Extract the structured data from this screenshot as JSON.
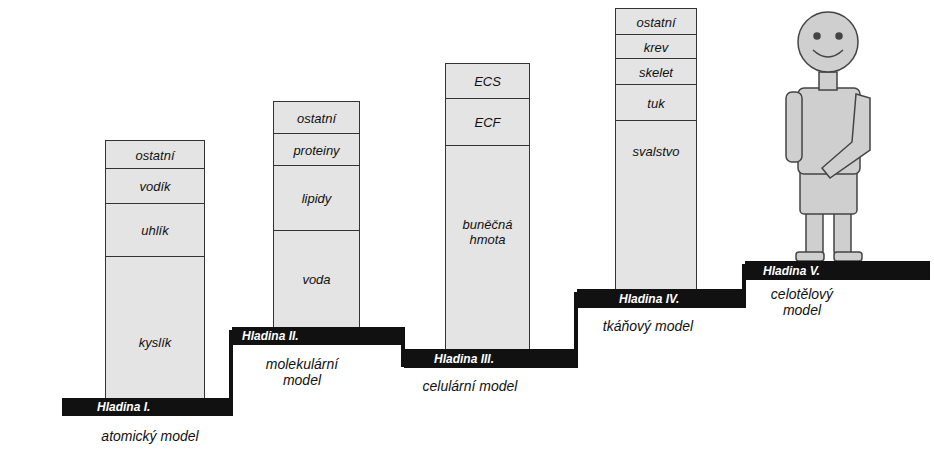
{
  "diagram": {
    "nodes": [
      {
        "text": [
          "ostatní"
        ]
      },
      {
        "text": [
          "vodík"
        ]
      },
      {
        "text": [
          "uhlík"
        ]
      },
      {
        "text": [
          "kyslík"
        ]
      },
      {
        "text": [
          "Hladina I."
        ]
      },
      {
        "text": [
          "ostatní"
        ]
      },
      {
        "text": [
          "proteiny"
        ]
      },
      {
        "text": [
          "lipidy"
        ]
      },
      {
        "text": [
          "voda"
        ]
      },
      {
        "text": [
          "Hladina II."
        ]
      },
      {
        "text": [
          "ECS"
        ]
      },
      {
        "text": [
          "ECF"
        ]
      },
      {
        "text": [
          "buněčná hmota"
        ]
      },
      {
        "text": [
          "Hladina III."
        ]
      },
      {
        "text": [
          "ostatní"
        ]
      },
      {
        "text": [
          "krev"
        ]
      },
      {
        "text": [
          "skelet"
        ]
      },
      {
        "text": [
          "tuk"
        ]
      },
      {
        "text": [
          "svalstvo"
        ]
      },
      {
        "text": [
          "Hladina IV."
        ]
      },
      {
        "text": [
          "Hladina V."
        ]
      }
    ],
    "labels": [
      "atomický model",
      "molekulární model",
      "celulární model",
      "tkáňový model",
      "celotělový model"
    ]
  }
}
